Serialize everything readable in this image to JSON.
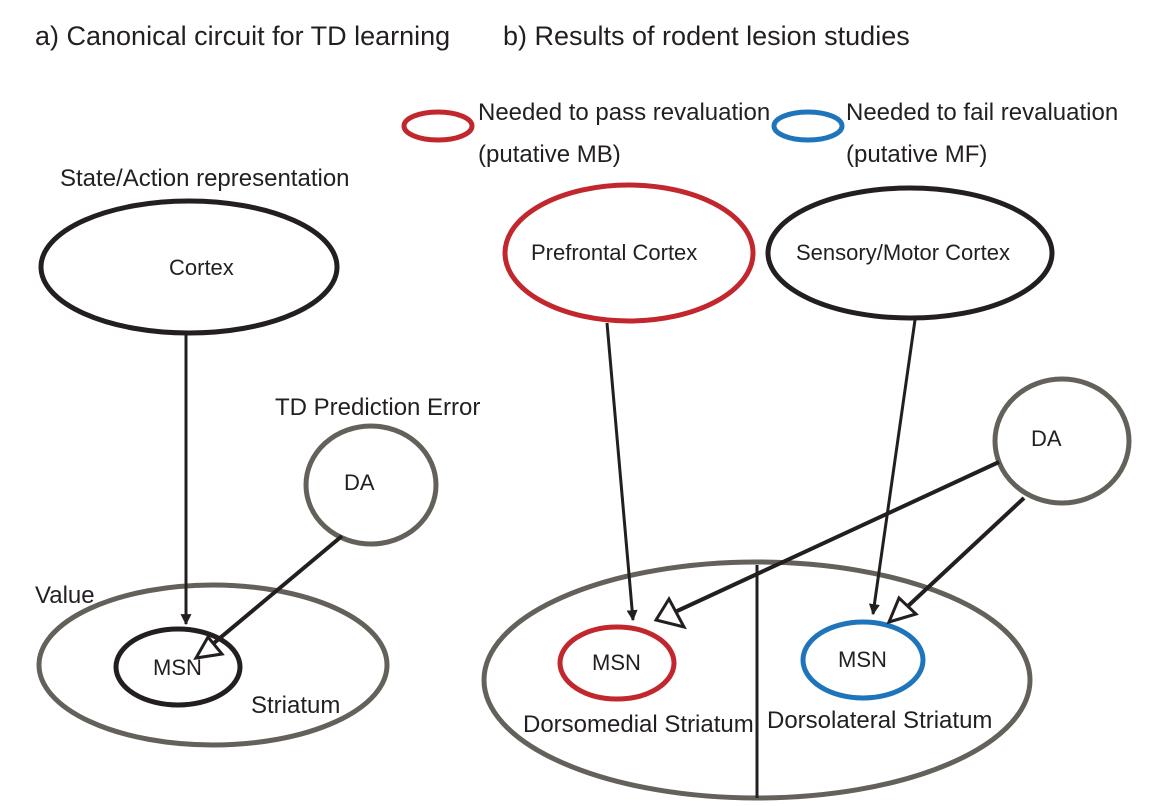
{
  "panel_a": {
    "title": "a) Canonical circuit for TD learning",
    "state_action_label": "State/Action representation",
    "cortex_label": "Cortex",
    "td_error_label": "TD Prediction Error",
    "da_label": "DA",
    "value_label": "Value",
    "msn_label": "MSN",
    "striatum_label": "Striatum"
  },
  "panel_b": {
    "title": "b) Results of rodent lesion studies",
    "legend": {
      "pass": {
        "line1": "Needed to pass revaluation",
        "line2": "(putative  MB)",
        "color": "#c1272d"
      },
      "fail": {
        "line1": "Needed to fail revaluation",
        "line2": "(putative MF)",
        "color": "#1f75bb"
      }
    },
    "prefrontal_label": "Prefrontal Cortex",
    "sensory_motor_label": "Sensory/Motor Cortex",
    "da_label": "DA",
    "msn_dm_label": "MSN",
    "msn_dl_label": "MSN",
    "dorsomedial_label": "Dorsomedial Striatum",
    "dorsolateral_label": "Dorsolateral Striatum"
  },
  "colors": {
    "black": "#231f20",
    "gray": "#636159",
    "red": "#c1272d",
    "blue": "#1f75bb"
  }
}
